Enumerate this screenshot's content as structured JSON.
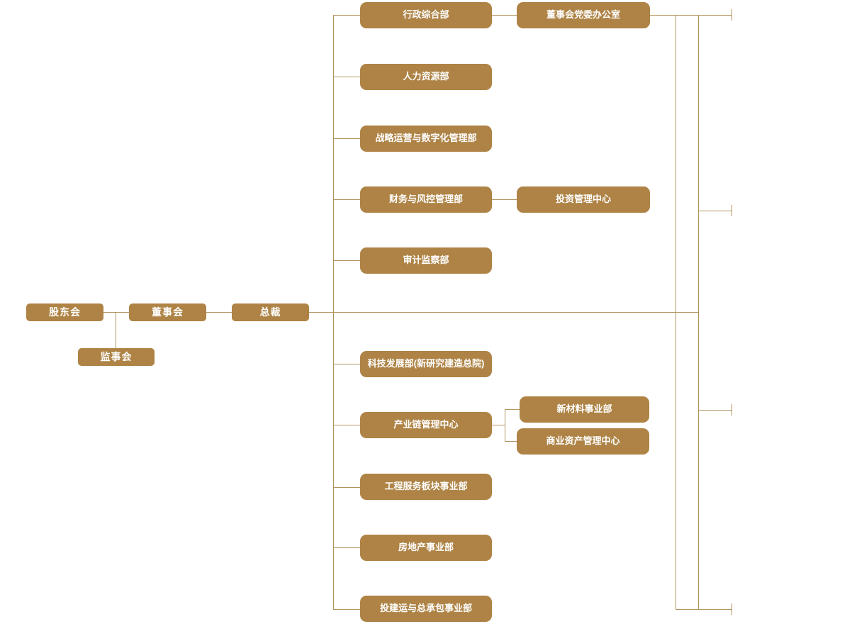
{
  "diagram": {
    "type": "org-chart",
    "colors": {
      "node_fill": "#ae8345",
      "node_text": "#ffffff",
      "connector": "#b2945f",
      "background": "#ffffff"
    },
    "nodes": {
      "shareholders": {
        "label": "股东会"
      },
      "board": {
        "label": "董事会"
      },
      "president": {
        "label": "总裁"
      },
      "supervisory": {
        "label": "监事会"
      },
      "admin_general": {
        "label": "行政综合部"
      },
      "board_party_office": {
        "label": "董事会党委办公室"
      },
      "human_resources": {
        "label": "人力资源部"
      },
      "strategy_digital": {
        "label": "战略运营与数字化管理部"
      },
      "finance_risk": {
        "label": "财务与风控管理部"
      },
      "investment_center": {
        "label": "投资管理中心"
      },
      "audit_supervision": {
        "label": "审计监察部"
      },
      "tech_development": {
        "label": "科技发展部(新研究建造总院)"
      },
      "industry_chain": {
        "label": "产业链管理中心"
      },
      "new_materials": {
        "label": "新材料事业部"
      },
      "commercial_assets": {
        "label": "商业资产管理中心"
      },
      "engineering_services": {
        "label": "工程服务板块事业部"
      },
      "real_estate": {
        "label": "房地产事业部"
      },
      "invest_build_contract": {
        "label": "投建运与总承包事业部"
      }
    },
    "edges": [
      {
        "from": "股东会",
        "to": "董事会"
      },
      {
        "from": "股东会",
        "to": "监事会"
      },
      {
        "from": "董事会",
        "to": "总裁"
      },
      {
        "from": "总裁",
        "to": "行政综合部"
      },
      {
        "from": "行政综合部",
        "to": "董事会党委办公室"
      },
      {
        "from": "总裁",
        "to": "人力资源部"
      },
      {
        "from": "总裁",
        "to": "战略运营与数字化管理部"
      },
      {
        "from": "总裁",
        "to": "财务与风控管理部"
      },
      {
        "from": "财务与风控管理部",
        "to": "投资管理中心"
      },
      {
        "from": "总裁",
        "to": "审计监察部"
      },
      {
        "from": "总裁",
        "to": "科技发展部(新研究建造总院)"
      },
      {
        "from": "总裁",
        "to": "产业链管理中心"
      },
      {
        "from": "产业链管理中心",
        "to": "新材料事业部"
      },
      {
        "from": "产业链管理中心",
        "to": "商业资产管理中心"
      },
      {
        "from": "总裁",
        "to": "工程服务板块事业部"
      },
      {
        "from": "总裁",
        "to": "房地产事业部"
      },
      {
        "from": "总裁",
        "to": "投建运与总承包事业部"
      }
    ]
  }
}
